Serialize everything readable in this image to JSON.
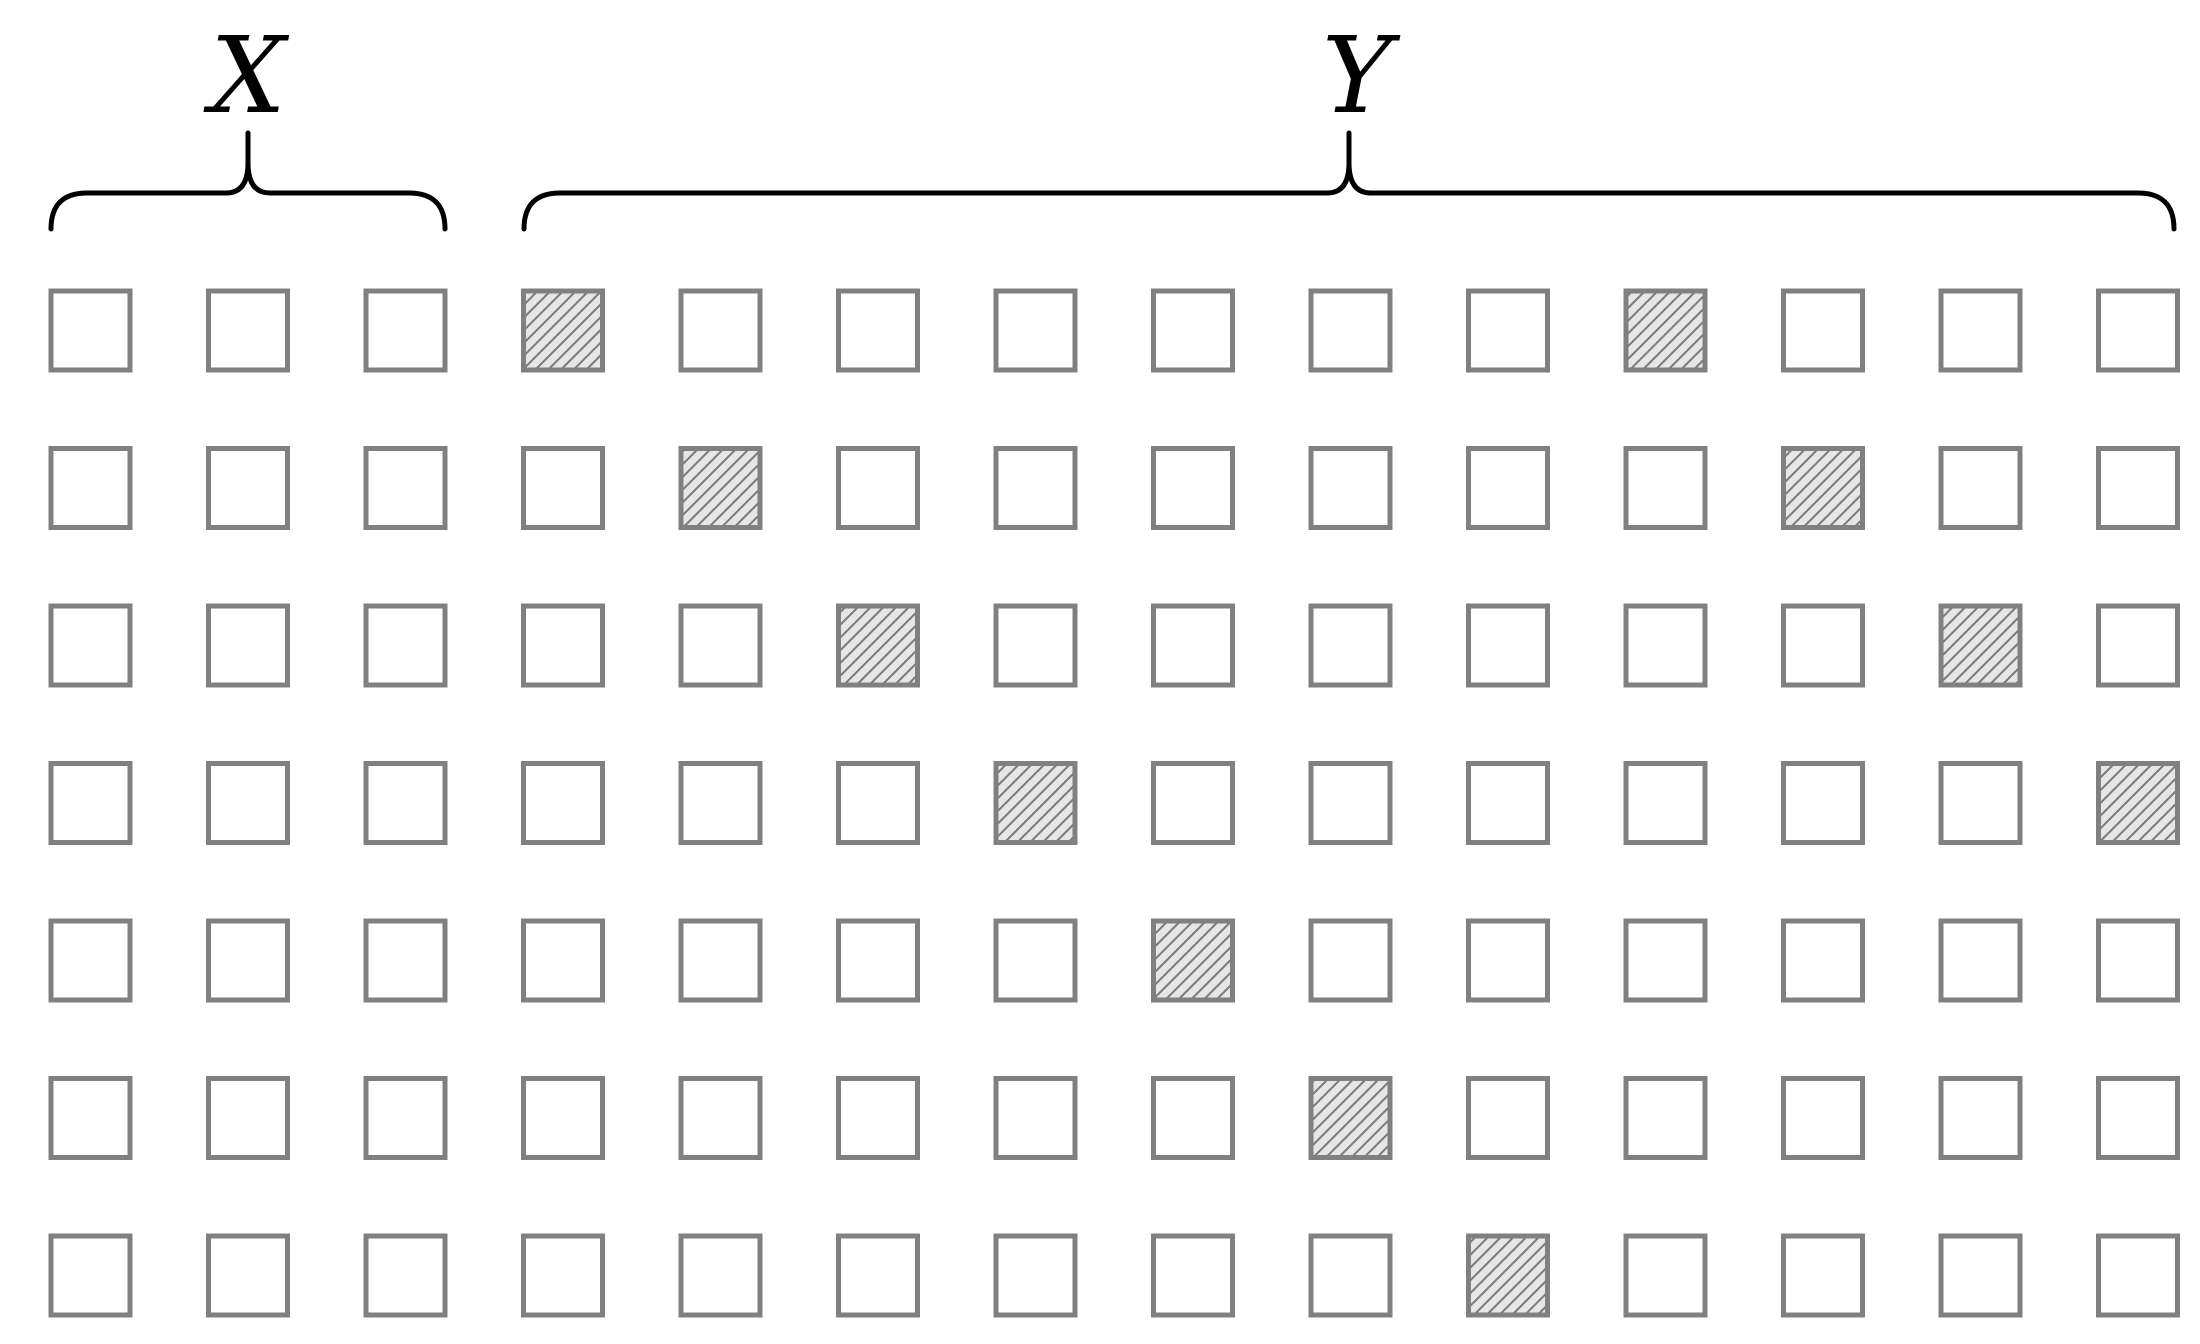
{
  "groups": [
    {
      "label": "X",
      "columns": 3
    },
    {
      "label": "Y",
      "columns": 11
    }
  ],
  "rows": 7,
  "shaded": [
    [
      0,
      3
    ],
    [
      0,
      10
    ],
    [
      1,
      4
    ],
    [
      1,
      11
    ],
    [
      2,
      5
    ],
    [
      2,
      12
    ],
    [
      3,
      6
    ],
    [
      3,
      13
    ],
    [
      4,
      7
    ],
    [
      5,
      8
    ],
    [
      6,
      9
    ]
  ],
  "colors": {
    "cell_border": "#808080",
    "cell_empty": "#ffffff",
    "cell_shaded_bg": "#e6e6e6",
    "cell_hatch": "#7a7a7a",
    "brace": "#000000",
    "label": "#000000"
  }
}
